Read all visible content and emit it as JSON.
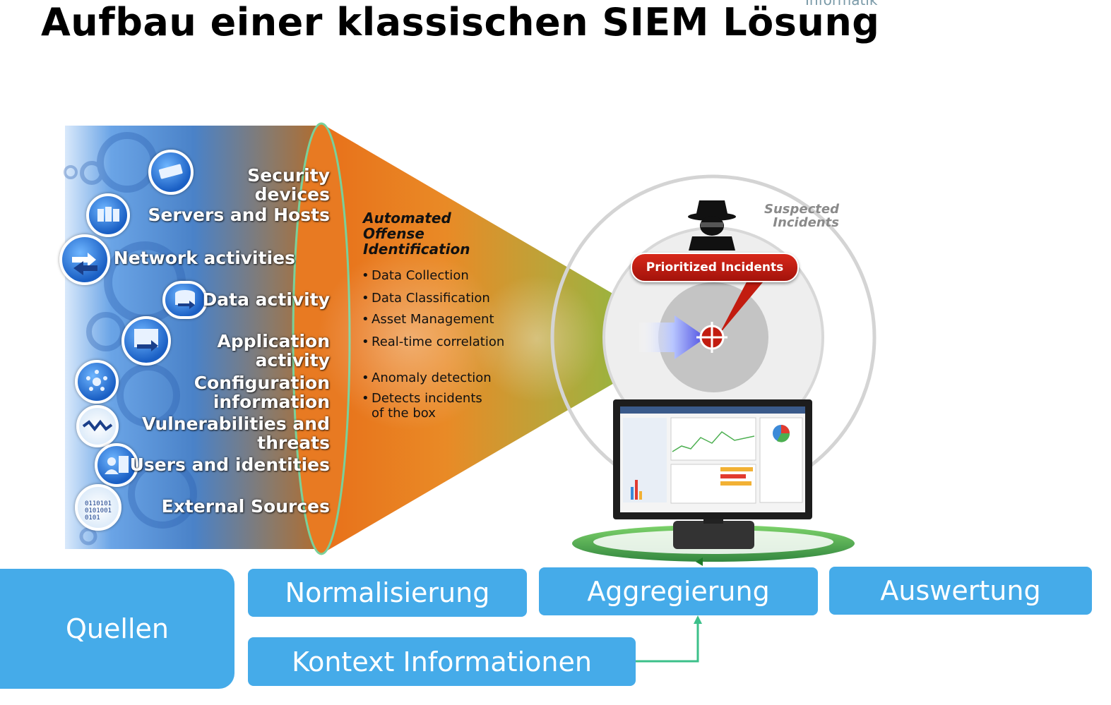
{
  "header": {
    "title": "Aufbau einer klassischen SIEM Lösung",
    "logo_text": "Informatik"
  },
  "sources": [
    {
      "label": "Security\ndevices",
      "icon": "security-device-icon"
    },
    {
      "label": "Servers and Hosts",
      "icon": "server-icon"
    },
    {
      "label": "Network activities",
      "icon": "network-icon"
    },
    {
      "label": "Data activity",
      "icon": "database-icon"
    },
    {
      "label": "Application\nactivity",
      "icon": "application-icon"
    },
    {
      "label": "Configuration\ninformation",
      "icon": "configuration-icon"
    },
    {
      "label": "Vulnerabilities and\nthreats",
      "icon": "vulnerability-icon"
    },
    {
      "label": "Users and identities",
      "icon": "users-icon"
    },
    {
      "label": "External Sources",
      "icon": "binary-data-icon"
    }
  ],
  "funnel": {
    "title": "Automated\nOffense\nIdentification",
    "items": [
      "Data Collection",
      "Data Classification",
      "Asset Management",
      "Real-time correlation",
      "Anomaly detection",
      "Detects incidents\nof the box"
    ],
    "colors": {
      "start": "#e8701a",
      "end": "#7cc142"
    }
  },
  "target": {
    "suspected_label": "Suspected\nIncidents",
    "prioritized_label": "Prioritized Incidents",
    "icons": [
      "hacker-icon",
      "crosshair-icon",
      "arrow-icon",
      "monitor-icon"
    ]
  },
  "stages": {
    "quellen": "Quellen",
    "normalisierung": "Normalisierung",
    "aggregierung": "Aggregierung",
    "auswertung": "Auswertung",
    "kontext": "Kontext Informationen"
  },
  "colors": {
    "stage_fill": "#45abe9",
    "connector": "#3cc08a",
    "incident_red": "#c21c10"
  }
}
